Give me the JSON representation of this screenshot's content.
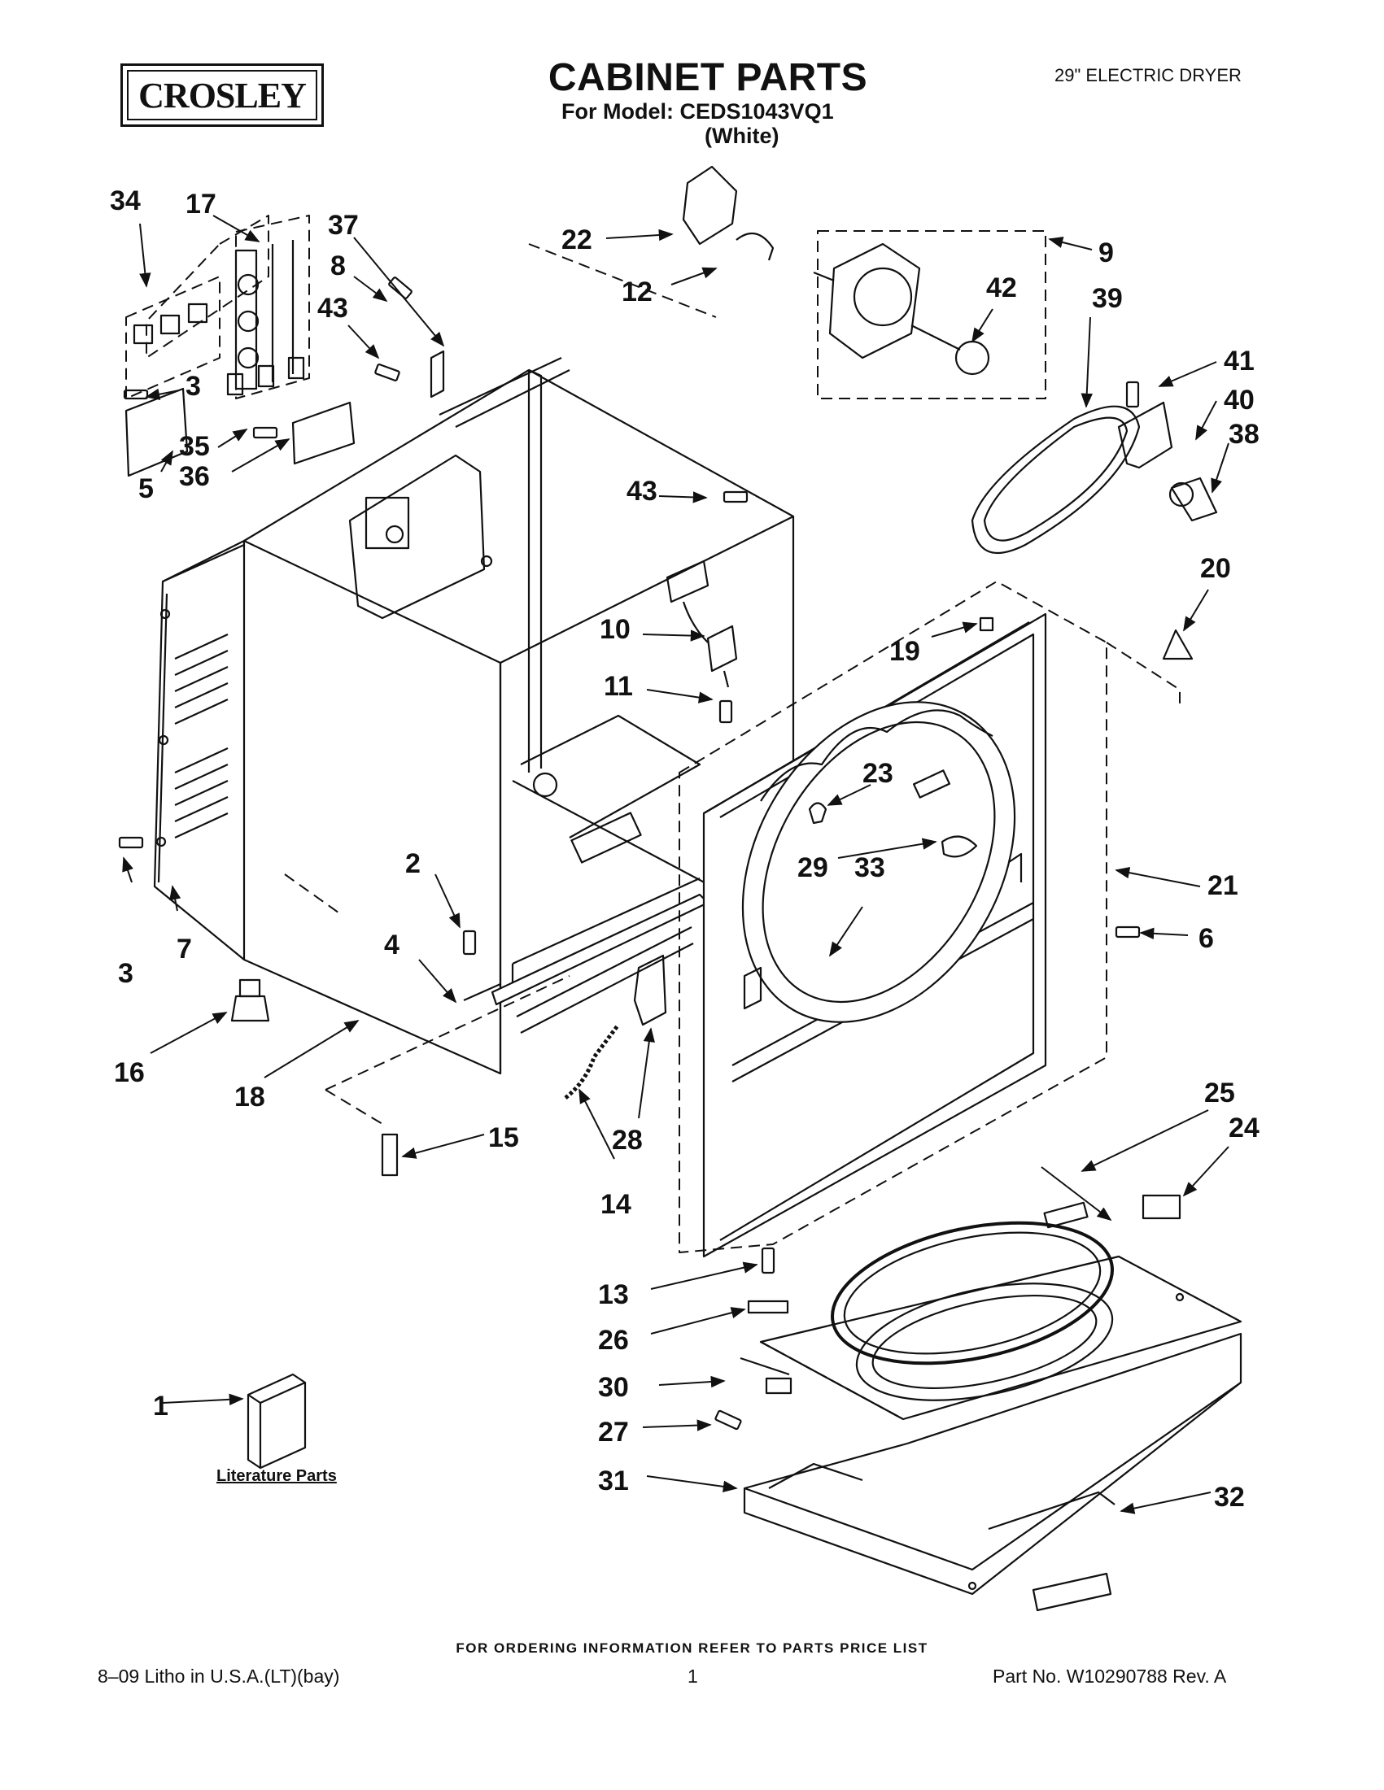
{
  "brand": "CROSLEY",
  "title": "CABINET PARTS",
  "model_line": "For Model: CEDS1043VQ1",
  "color_line": "(White)",
  "product_type": "29\" ELECTRIC DRYER",
  "literature_label": "Literature Parts",
  "footer": {
    "ordering_note": "FOR ORDERING INFORMATION REFER TO PARTS PRICE LIST",
    "litho": "8–09 Litho in U.S.A.(LT)(bay)",
    "page": "1",
    "part_no": "Part No. W10290788 Rev. A"
  },
  "callouts": [
    {
      "id": "c34",
      "text": "34"
    },
    {
      "id": "c17",
      "text": "17"
    },
    {
      "id": "c37",
      "text": "37"
    },
    {
      "id": "c8",
      "text": "8"
    },
    {
      "id": "c43a",
      "text": "43"
    },
    {
      "id": "c3a",
      "text": "3"
    },
    {
      "id": "c35",
      "text": "35"
    },
    {
      "id": "c36",
      "text": "36"
    },
    {
      "id": "c5",
      "text": "5"
    },
    {
      "id": "c22",
      "text": "22"
    },
    {
      "id": "c12",
      "text": "12"
    },
    {
      "id": "c9",
      "text": "9"
    },
    {
      "id": "c42",
      "text": "42"
    },
    {
      "id": "c39",
      "text": "39"
    },
    {
      "id": "c41",
      "text": "41"
    },
    {
      "id": "c40",
      "text": "40"
    },
    {
      "id": "c38",
      "text": "38"
    },
    {
      "id": "c43b",
      "text": "43"
    },
    {
      "id": "c20",
      "text": "20"
    },
    {
      "id": "c10",
      "text": "10"
    },
    {
      "id": "c19",
      "text": "19"
    },
    {
      "id": "c11",
      "text": "11"
    },
    {
      "id": "c23",
      "text": "23"
    },
    {
      "id": "c21",
      "text": "21"
    },
    {
      "id": "c2",
      "text": "2"
    },
    {
      "id": "c29",
      "text": "29"
    },
    {
      "id": "c33",
      "text": "33"
    },
    {
      "id": "c3b",
      "text": "3"
    },
    {
      "id": "c7",
      "text": "7"
    },
    {
      "id": "c4",
      "text": "4"
    },
    {
      "id": "c6",
      "text": "6"
    },
    {
      "id": "c16",
      "text": "16"
    },
    {
      "id": "c18",
      "text": "18"
    },
    {
      "id": "c25",
      "text": "25"
    },
    {
      "id": "c24",
      "text": "24"
    },
    {
      "id": "c15",
      "text": "15"
    },
    {
      "id": "c28",
      "text": "28"
    },
    {
      "id": "c14",
      "text": "14"
    },
    {
      "id": "c13",
      "text": "13"
    },
    {
      "id": "c26",
      "text": "26"
    },
    {
      "id": "c30",
      "text": "30"
    },
    {
      "id": "c1",
      "text": "1"
    },
    {
      "id": "c27",
      "text": "27"
    },
    {
      "id": "c31",
      "text": "31"
    },
    {
      "id": "c32",
      "text": "32"
    }
  ]
}
